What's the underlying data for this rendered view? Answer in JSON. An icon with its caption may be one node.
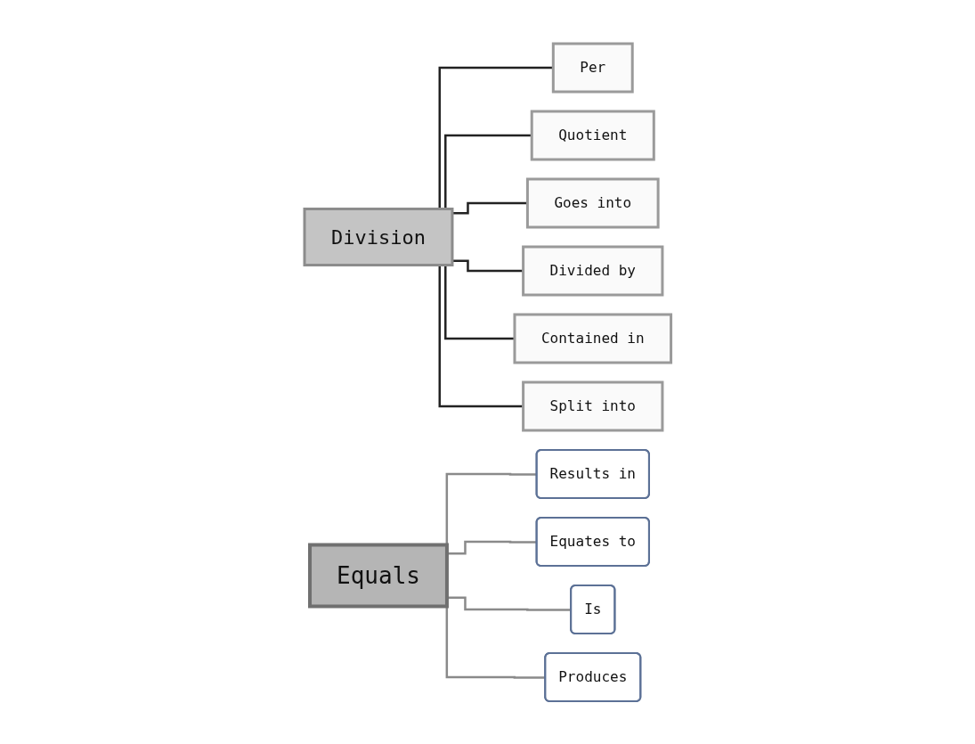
{
  "diagram": {
    "nodes": [
      {
        "text": [
          "Division"
        ]
      },
      {
        "text": [
          "Per"
        ]
      },
      {
        "text": [
          "Quotient"
        ]
      },
      {
        "text": [
          "Goes into"
        ]
      },
      {
        "text": [
          "Divided by"
        ]
      },
      {
        "text": [
          "Contained in"
        ]
      },
      {
        "text": [
          "Split into"
        ]
      },
      {
        "text": [
          "Equals"
        ]
      },
      {
        "text": [
          "Results in"
        ]
      },
      {
        "text": [
          "Equates to"
        ]
      },
      {
        "text": [
          "Is"
        ]
      },
      {
        "text": [
          "Produces"
        ]
      }
    ],
    "edges": [
      {
        "from": 0,
        "to": 1,
        "arrow": "none"
      },
      {
        "from": 0,
        "to": 2,
        "arrow": "none"
      },
      {
        "from": 0,
        "to": 3,
        "arrow": "none"
      },
      {
        "from": 0,
        "to": 4,
        "arrow": "none"
      },
      {
        "from": 0,
        "to": 5,
        "arrow": "none"
      },
      {
        "from": 0,
        "to": 6,
        "arrow": "none"
      },
      {
        "from": 7,
        "to": 8,
        "arrow": "none",
        "color": "#8a8a8a"
      },
      {
        "from": 7,
        "to": 9,
        "arrow": "none",
        "color": "#8a8a8a"
      },
      {
        "from": 7,
        "to": 10,
        "arrow": "none",
        "color": "#8a8a8a"
      },
      {
        "from": 7,
        "to": 11,
        "arrow": "none",
        "color": "#8a8a8a"
      }
    ]
  }
}
